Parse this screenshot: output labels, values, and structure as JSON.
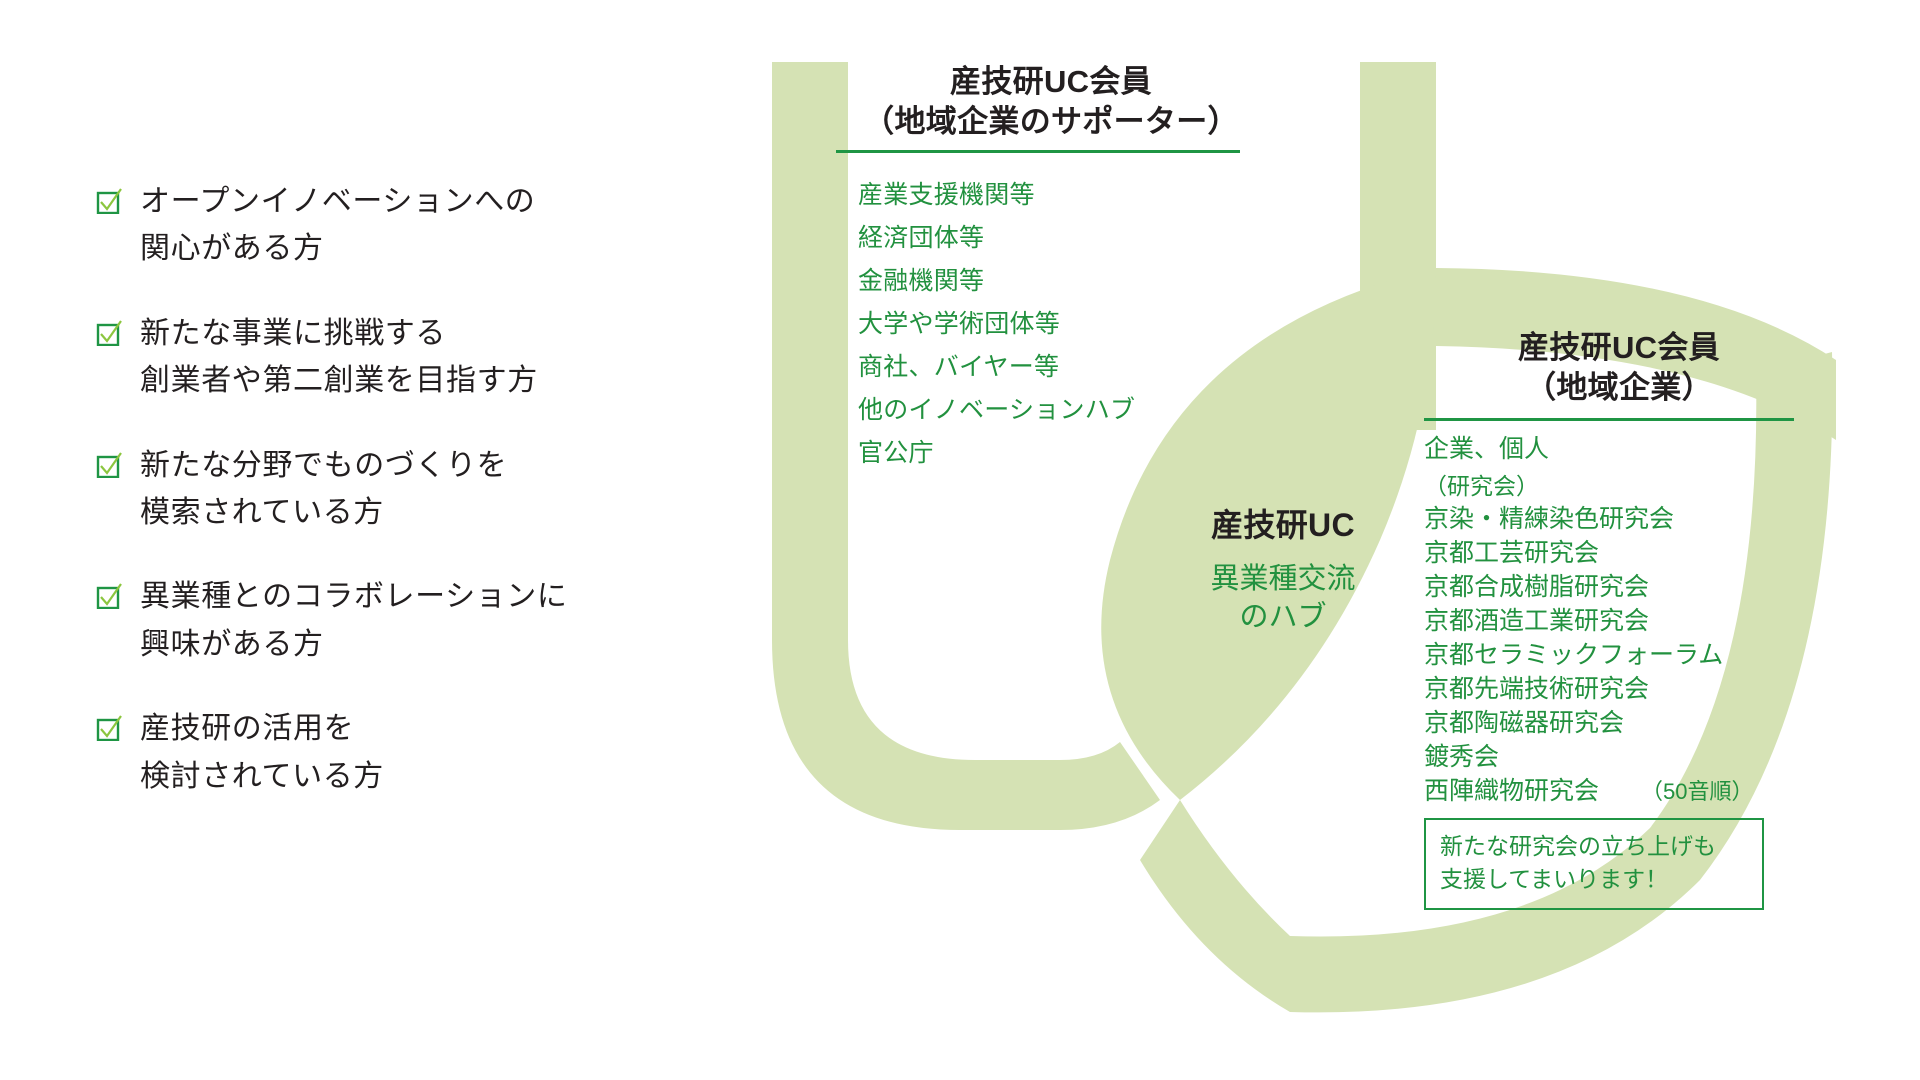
{
  "colors": {
    "ribbon": "#d5e2b4",
    "green_text": "#22913f",
    "rule_green": "#1f9544",
    "dark_text": "#231f20",
    "check_border": "#1f9544",
    "check_mark": "#8cc63f",
    "background": "#ffffff"
  },
  "left_checklist": {
    "items": [
      {
        "icon": "checkbox-checked-icon",
        "text": "オープンイノベーションへの\n関心がある方"
      },
      {
        "icon": "checkbox-checked-icon",
        "text": "新たな事業に挑戦する\n創業者や第二創業を目指す方"
      },
      {
        "icon": "checkbox-checked-icon",
        "text": "新たな分野でものづくりを\n模索されている方"
      },
      {
        "icon": "checkbox-checked-icon",
        "text": "異業種とのコラボレーションに\n興味がある方"
      },
      {
        "icon": "checkbox-checked-icon",
        "text": "産技研の活用を\n検討されている方"
      }
    ]
  },
  "middle": {
    "title": "産技研UC会員\n（地域企業のサポーター）",
    "items": [
      "産業支援機関等",
      "経済団体等",
      "金融機関等",
      "大学や学術団体等",
      "商社、バイヤー等",
      "他のイノベーションハブ",
      "官公庁"
    ]
  },
  "hub": {
    "title": "産技研UC",
    "subtitle": "異業種交流\nのハブ"
  },
  "right": {
    "title": "産技研UC会員\n（地域企業）",
    "lead": "企業、個人",
    "group_label": "（研究会）",
    "groups": [
      "京染・精練染色研究会",
      "京都工芸研究会",
      "京都合成樹脂研究会",
      "京都酒造工業研究会",
      "京都セラミックフォーラム",
      "京都先端技術研究会",
      "京都陶磁器研究会",
      "鍍秀会",
      "西陣織物研究会"
    ],
    "order_note": "（50音順）",
    "note_box": "新たな研究会の立ち上げも\n支援してまいります！"
  }
}
